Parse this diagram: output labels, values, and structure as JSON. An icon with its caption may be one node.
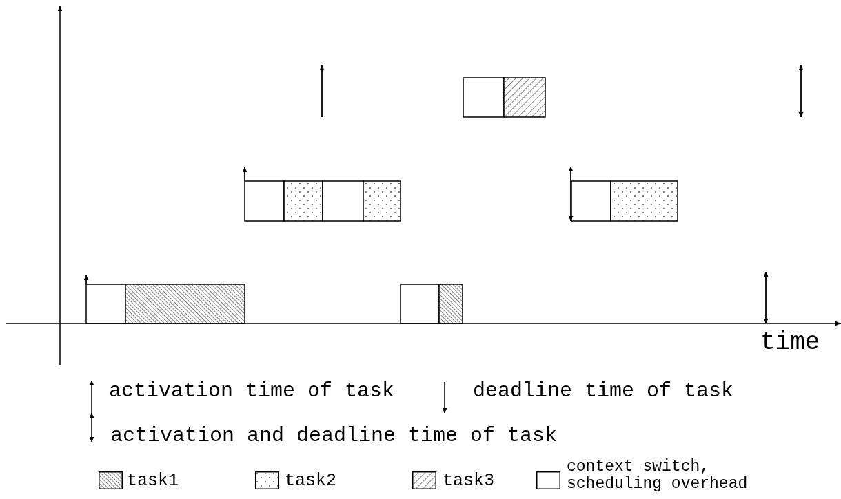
{
  "diagram": {
    "labels": [
      "time"
    ],
    "legend": [
      {
        "text": "activation time of task"
      },
      {
        "text": "deadline time of task"
      },
      {
        "text": "activation and deadline time of task"
      },
      {
        "text": "task1"
      },
      {
        "text": "task2"
      },
      {
        "text": "task3"
      },
      {
        "text": "context switch, scheduling overhead"
      }
    ]
  }
}
